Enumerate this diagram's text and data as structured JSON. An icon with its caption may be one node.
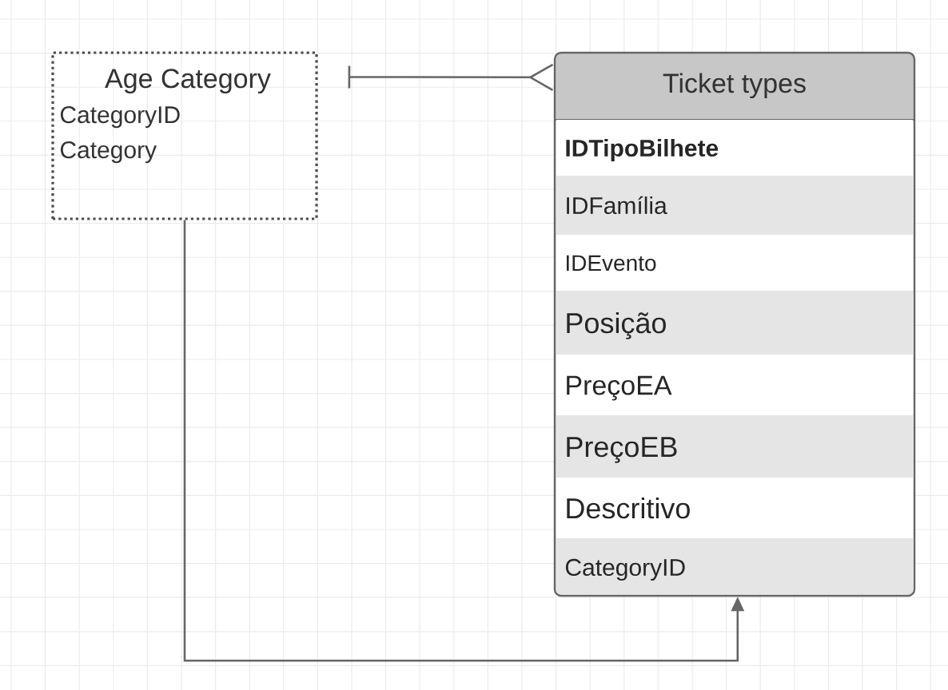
{
  "diagram": {
    "nodes": [
      {
        "text": [
          "Age Category",
          "CategoryID",
          "Category"
        ]
      },
      {
        "text": [
          "Ticket types",
          "IDTipoBilhete",
          "IDFamília",
          "IDEvento",
          "Posição",
          "PreçoEA",
          "PreçoEB",
          "Descritivo",
          "CategoryID"
        ]
      }
    ],
    "edges": [
      {
        "from": 0,
        "to": 1,
        "arrow": "other"
      },
      {
        "from": 0,
        "to": 1,
        "arrow": "to"
      }
    ]
  }
}
